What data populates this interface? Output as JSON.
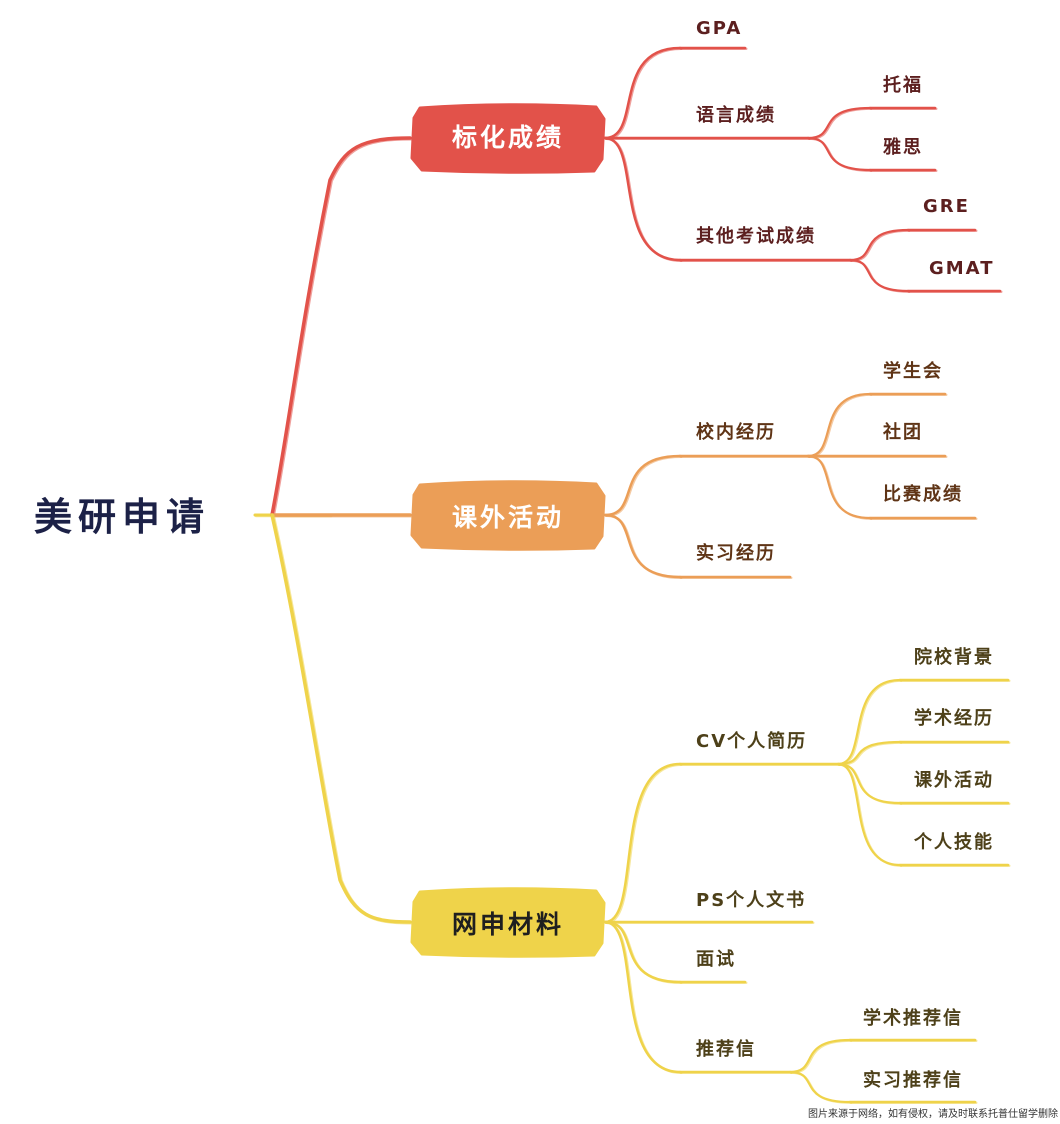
{
  "colors": {
    "root_text": "#1c2147",
    "red": "#e2524a",
    "orange": "#eb9e57",
    "yellow": "#efd34a",
    "red_text": "#5c1f1f",
    "orange_text": "#5f3416",
    "yellow_text": "#4d4019"
  },
  "root": {
    "label": "美研申请"
  },
  "branches": [
    {
      "label": "标化成绩",
      "children": [
        {
          "label": "GPA"
        },
        {
          "label": "语言成绩",
          "children": [
            {
              "label": "托福"
            },
            {
              "label": "雅思"
            }
          ]
        },
        {
          "label": "其他考试成绩",
          "children": [
            {
              "label": "GRE"
            },
            {
              "label": "GMAT"
            }
          ]
        }
      ]
    },
    {
      "label": "课外活动",
      "children": [
        {
          "label": "校内经历",
          "children": [
            {
              "label": "学生会"
            },
            {
              "label": "社团"
            },
            {
              "label": "比赛成绩"
            }
          ]
        },
        {
          "label": "实习经历"
        }
      ]
    },
    {
      "label": "网申材料",
      "children": [
        {
          "label": "CV个人简历",
          "children": [
            {
              "label": "院校背景"
            },
            {
              "label": "学术经历"
            },
            {
              "label": "课外活动"
            },
            {
              "label": "个人技能"
            }
          ]
        },
        {
          "label": "PS个人文书"
        },
        {
          "label": "面试"
        },
        {
          "label": "推荐信",
          "children": [
            {
              "label": "学术推荐信"
            },
            {
              "label": "实习推荐信"
            }
          ]
        }
      ]
    }
  ],
  "credit": "图片来源于网络，如有侵权，请及时联系托普仕留学删除"
}
